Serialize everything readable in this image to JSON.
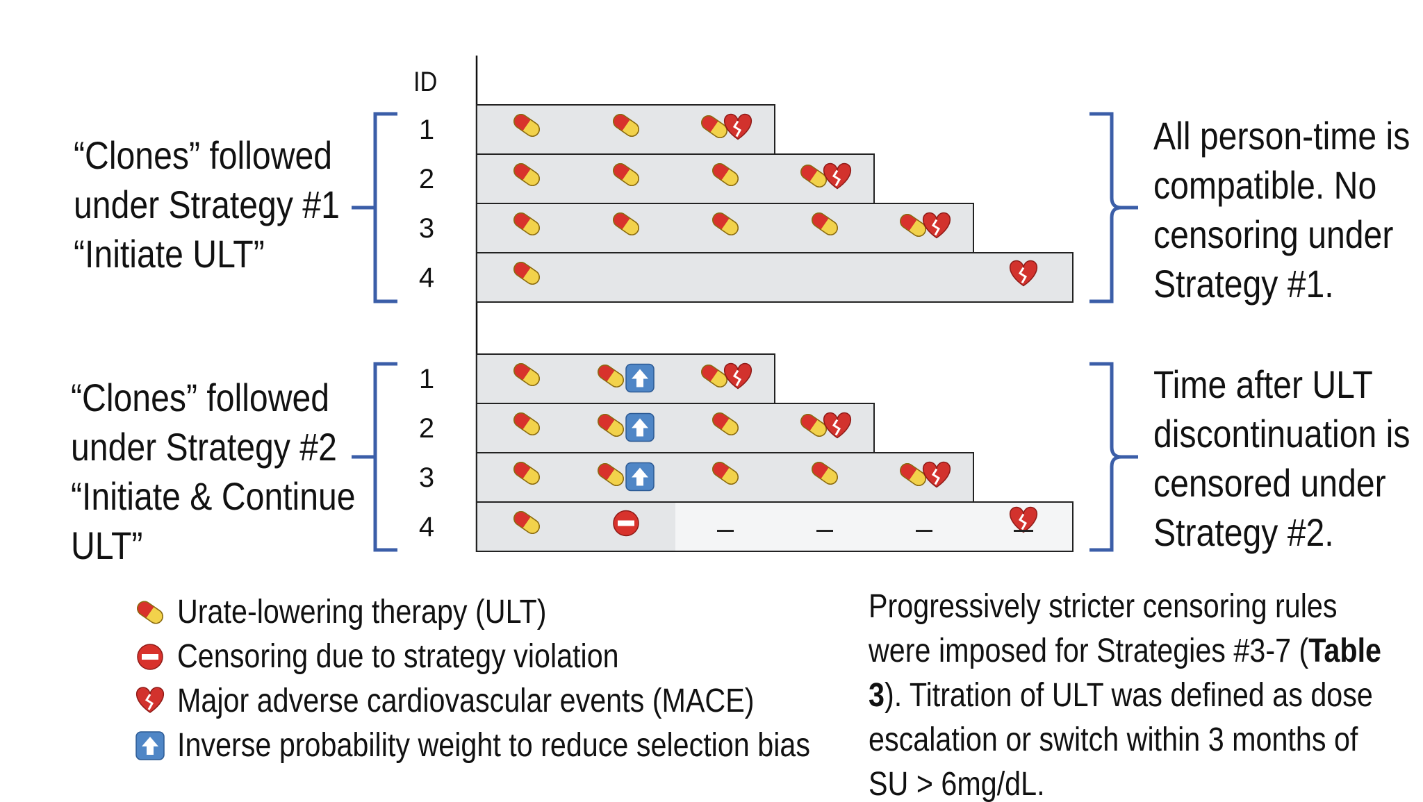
{
  "id_header": "ID",
  "strategy1": {
    "label_lines": [
      "“Clones” followed",
      "under Strategy #1",
      "“Initiate ULT”"
    ],
    "note_lines": [
      "All person-time is",
      "compatible. No",
      "censoring under",
      "Strategy #1."
    ],
    "rows": [
      {
        "id": "1",
        "length": 3,
        "events": [
          [
            "pill"
          ],
          [
            "pill"
          ],
          [
            "pill",
            "heart"
          ]
        ]
      },
      {
        "id": "2",
        "length": 4,
        "events": [
          [
            "pill"
          ],
          [
            "pill"
          ],
          [
            "pill"
          ],
          [
            "pill",
            "heart"
          ]
        ]
      },
      {
        "id": "3",
        "length": 5,
        "events": [
          [
            "pill"
          ],
          [
            "pill"
          ],
          [
            "pill"
          ],
          [
            "pill"
          ],
          [
            "pill",
            "heart"
          ]
        ]
      },
      {
        "id": "4",
        "length": 6,
        "events": [
          [
            "pill"
          ],
          [],
          [],
          [],
          [],
          [
            "heart"
          ]
        ]
      }
    ]
  },
  "strategy2": {
    "label_lines": [
      "“Clones” followed",
      "under Strategy #2",
      "“Initiate & Continue",
      "ULT”"
    ],
    "note_lines": [
      "Time after ULT",
      "discontinuation is",
      "censored under",
      "Strategy #2."
    ],
    "rows": [
      {
        "id": "1",
        "length": 3,
        "events": [
          [
            "pill"
          ],
          [
            "pill",
            "arrow"
          ],
          [
            "pill",
            "heart"
          ]
        ]
      },
      {
        "id": "2",
        "length": 4,
        "events": [
          [
            "pill"
          ],
          [
            "pill",
            "arrow"
          ],
          [
            "pill"
          ],
          [
            "pill",
            "heart"
          ]
        ]
      },
      {
        "id": "3",
        "length": 5,
        "events": [
          [
            "pill"
          ],
          [
            "pill",
            "arrow"
          ],
          [
            "pill"
          ],
          [
            "pill"
          ],
          [
            "pill",
            "heart"
          ]
        ]
      },
      {
        "id": "4",
        "length": 6,
        "censored_after": 2,
        "events": [
          [
            "pill"
          ],
          [
            "stop"
          ],
          [
            "dash"
          ],
          [
            "dash"
          ],
          [
            "dash"
          ],
          [
            "heart",
            "dash"
          ]
        ]
      }
    ]
  },
  "legend": [
    {
      "icon": "pill-icon",
      "text": "Urate-lowering therapy (ULT)"
    },
    {
      "icon": "stop-icon",
      "text": "Censoring due to strategy violation"
    },
    {
      "icon": "broken-heart-icon",
      "text": "Major adverse cardiovascular events (MACE)"
    },
    {
      "icon": "up-arrow-icon",
      "text": "Inverse probability weight to reduce selection bias"
    }
  ],
  "footnote": {
    "line1": "Progressively stricter censoring rules",
    "line2_pre": "were imposed for Strategies #3-7 (",
    "line2_bold": "Table",
    "line3_bold": "3",
    "line3_post": "). Titration of ULT was defined as dose",
    "line4": "escalation or switch within 3 months of",
    "line5": "SU > 6mg/dL."
  },
  "colors": {
    "bar_fill": "#e4e6e8",
    "censored_fill": "#f4f5f6",
    "bracket": "#3b5ea8",
    "pill_red": "#d8322c",
    "pill_yellow": "#f2d24b",
    "heart": "#d2322d",
    "arrow_bg": "#4f86c6"
  }
}
